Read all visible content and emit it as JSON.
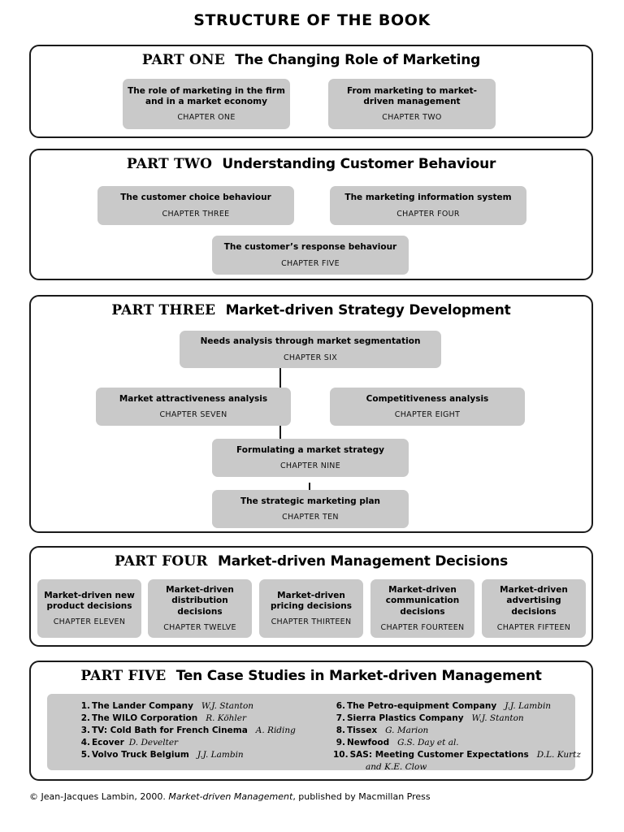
{
  "document": {
    "title": "STRUCTURE OF THE BOOK",
    "footer": {
      "prefix": "© Jean-Jacques Lambin, 2000. ",
      "book_italic": "Market-driven Management",
      "suffix": ", published by Macmillan Press"
    },
    "colors": {
      "box_fill": "#c9c9c9",
      "panel_border": "#1a1a1a",
      "page_background": "#ffffff",
      "text": "#000000"
    }
  },
  "parts": [
    {
      "label": "PART ONE",
      "title": "The Changing Role of Marketing",
      "boxes": [
        {
          "title": "The role of marketing in the firm and in a market economy",
          "chapter": "CHAPTER ONE"
        },
        {
          "title": "From marketing to market-driven management",
          "chapter": "CHAPTER TWO"
        }
      ]
    },
    {
      "label": "PART TWO",
      "title": "Understanding Customer Behaviour",
      "boxes": [
        {
          "title": "The customer choice behaviour",
          "chapter": "CHAPTER THREE"
        },
        {
          "title": "The marketing information system",
          "chapter": "CHAPTER FOUR"
        },
        {
          "title": "The customer’s response behaviour",
          "chapter": "CHAPTER FIVE"
        }
      ]
    },
    {
      "label": "PART THREE",
      "title": "Market-driven Strategy Development",
      "boxes": [
        {
          "title": "Needs analysis through market segmentation",
          "chapter": "CHAPTER SIX"
        },
        {
          "title": "Market attractiveness analysis",
          "chapter": "CHAPTER SEVEN"
        },
        {
          "title": "Competitiveness analysis",
          "chapter": "CHAPTER EIGHT"
        },
        {
          "title": "Formulating a market strategy",
          "chapter": "CHAPTER NINE"
        },
        {
          "title": "The strategic marketing plan",
          "chapter": "CHAPTER TEN"
        }
      ]
    },
    {
      "label": "PART FOUR",
      "title": "Market-driven Management Decisions",
      "boxes": [
        {
          "title": "Market-driven new product decisions",
          "chapter": "CHAPTER ELEVEN"
        },
        {
          "title": "Market-driven distribution decisions",
          "chapter": "CHAPTER TWELVE"
        },
        {
          "title": "Market-driven pricing decisions",
          "chapter": "CHAPTER THIRTEEN"
        },
        {
          "title": "Market-driven communication decisions",
          "chapter": "CHAPTER FOURTEEN"
        },
        {
          "title": "Market-driven advertising decisions",
          "chapter": "CHAPTER FIFTEEN"
        }
      ]
    },
    {
      "label": "PART FIVE",
      "title": "Ten Case Studies in Market-driven Management",
      "cases_left": [
        {
          "num": "1.",
          "name": "The Lander Company",
          "author": "W.J. Stanton"
        },
        {
          "num": "2.",
          "name": "The WILO Corporation",
          "author": "R. Köhler"
        },
        {
          "num": "3.",
          "name": "TV: Cold Bath for French Cinema",
          "author": "A. Riding"
        },
        {
          "num": "4.",
          "name": "Ecover",
          "author": "D. Develter"
        },
        {
          "num": "5.",
          "name": "Volvo Truck Belgium",
          "author": "J.J. Lambin"
        }
      ],
      "cases_right": [
        {
          "num": "6.",
          "name": "The Petro-equipment Company",
          "author": "J.J. Lambin"
        },
        {
          "num": "7.",
          "name": "Sierra Plastics Company",
          "author": "W.J. Stanton"
        },
        {
          "num": "8.",
          "name": "Tissex",
          "author": "G. Marion"
        },
        {
          "num": "9.",
          "name": "Newfood",
          "author": "G.S. Day et al."
        },
        {
          "num": "10.",
          "name": "SAS: Meeting Customer Expectations",
          "author": "D.L. Kurtz"
        }
      ],
      "cases_right_continuation": "and K.E. Clow"
    }
  ]
}
